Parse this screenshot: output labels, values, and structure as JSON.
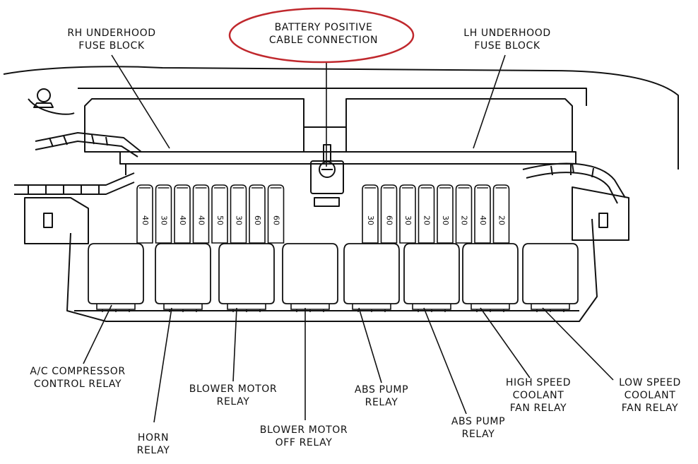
{
  "labels": {
    "rh_fuse_block": [
      "RH UNDERHOOD",
      "FUSE BLOCK"
    ],
    "battery_cable": [
      "BATTERY POSITIVE",
      "CABLE CONNECTION"
    ],
    "lh_fuse_block": [
      "LH UNDERHOOD",
      "FUSE BLOCK"
    ],
    "ac_relay": [
      "A/C COMPRESSOR",
      "CONTROL RELAY"
    ],
    "horn_relay": [
      "HORN",
      "RELAY"
    ],
    "blower_motor_relay": [
      "BLOWER MOTOR",
      "RELAY"
    ],
    "blower_off_relay": [
      "BLOWER MOTOR",
      "OFF RELAY"
    ],
    "abs_pump_relay_1": [
      "ABS PUMP",
      "RELAY"
    ],
    "abs_pump_relay_2": [
      "ABS PUMP",
      "RELAY"
    ],
    "high_speed_fan_relay": [
      "HIGH SPEED",
      "COOLANT",
      "FAN RELAY"
    ],
    "low_speed_fan_relay": [
      "LOW SPEED",
      "COOLANT",
      "FAN RELAY"
    ]
  },
  "fuses_left": [
    "40",
    "30",
    "40",
    "40",
    "50",
    "30",
    "60",
    "60"
  ],
  "fuses_right": [
    "30",
    "60",
    "30",
    "20",
    "30",
    "20",
    "40",
    "20"
  ],
  "colors": {
    "highlight": "#c0282d",
    "ink": "#111111"
  }
}
